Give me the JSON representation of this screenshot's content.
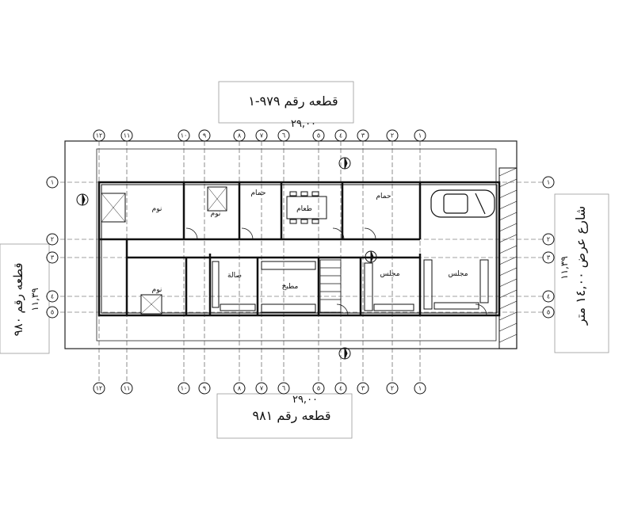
{
  "title_top": "قطعه رقم ٩٧٩-١",
  "dim_top": "٢٩,٠٠",
  "dim_bottom": "٢٩,٠٠",
  "title_bottom": "قطعه رقم ٩٨١",
  "left_plot": "قطعه رقم ٩٨٠",
  "left_dim": "١١,٣٩",
  "right_street": "شارع عرض ١٤,٠٠ متر",
  "right_dim": "١١,٣٩",
  "axes_horizontal": [
    "١٢",
    "١١",
    "١٠",
    "٩",
    "٨",
    "٧",
    "٦",
    "٥",
    "٤",
    "٣",
    "٢",
    "١"
  ],
  "axes_vertical": [
    "١",
    "٢",
    "٣",
    "٤",
    "٥"
  ],
  "rooms": {
    "bedroom_1": "نوم",
    "bedroom_2": "نوم",
    "bedroom_3": "نوم",
    "dining": "طعام",
    "kitchen": "مطبخ",
    "hall": "صالة",
    "majlis_1": "مجلس",
    "majlis_2": "مجلس",
    "bath": "حمام",
    "wc": "حمام"
  }
}
